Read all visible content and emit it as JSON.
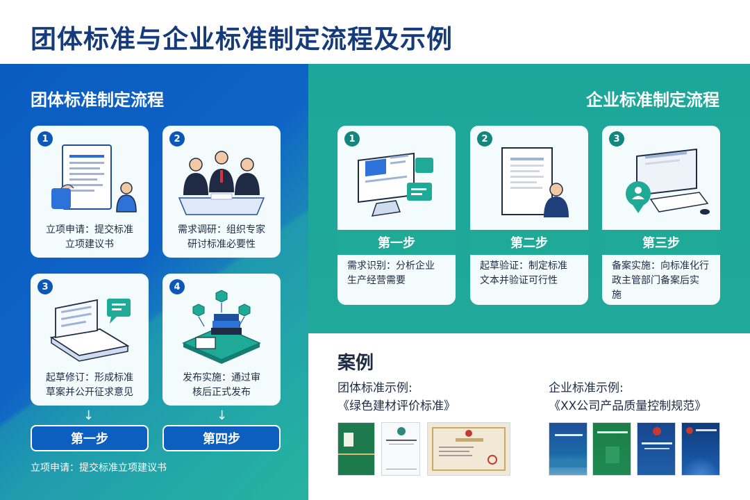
{
  "page_title": "团体标准与企业标准制定流程及示例",
  "group_process": {
    "title": "团体标准制定流程",
    "steps": [
      {
        "num": "1",
        "desc_line1": "立项申请：提交标准",
        "desc_line2": "立项建议书"
      },
      {
        "num": "2",
        "desc_line1": "需求调研：组织专家",
        "desc_line2": "研讨标准必要性"
      },
      {
        "num": "3",
        "desc_line1": "起草修订：形成标准",
        "desc_line2": "草案并公开征求意见"
      },
      {
        "num": "4",
        "desc_line1": "发布实施：通过审",
        "desc_line2": "核后正式发布"
      }
    ],
    "arrow": "↓",
    "step_labels": [
      "第一步",
      "第四步"
    ],
    "footnote": "立项申请：提交标准立项建议书"
  },
  "enterprise_process": {
    "title": "企业标准制定流程",
    "steps": [
      {
        "num": "1",
        "label": "第一步",
        "desc_line1": "需求识别：分析企业",
        "desc_line2": "生产经营需要",
        "desc_line3": ""
      },
      {
        "num": "2",
        "label": "第二步",
        "desc_line1": "起草验证：制定标准",
        "desc_line2": "文本并验证可行性",
        "desc_line3": ""
      },
      {
        "num": "3",
        "label": "第三步",
        "desc_line1": "备案实施：向标准化行",
        "desc_line2": "政主管部门备案后实",
        "desc_line3": "施"
      }
    ]
  },
  "cases": {
    "title": "案例",
    "group_example": {
      "line1": "团体标准示例:",
      "line2": "《绿色建材评价标准》"
    },
    "enterprise_example": {
      "line1": "企业标准示例:",
      "line2": "《XX公司产品质量控制规范》"
    }
  },
  "colors": {
    "brand_blue": "#0c58b8",
    "teal": "#1faa97",
    "title_navy": "#163b7a"
  }
}
